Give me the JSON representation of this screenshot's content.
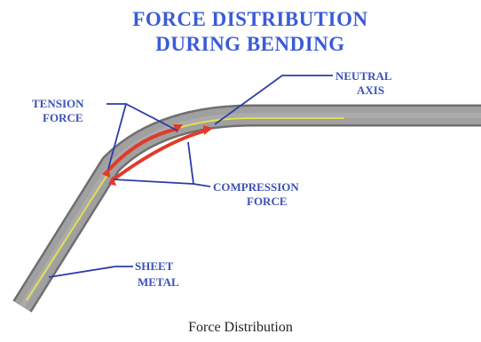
{
  "diagram": {
    "title_line1": "FORCE DISTRIBUTION",
    "title_line2": "DURING BENDING",
    "labels": {
      "tension_line1": "TENSION",
      "tension_line2": "FORCE",
      "neutral_line1": "NEUTRAL",
      "neutral_line2": "AXIS",
      "compression_line1": "COMPRESSION",
      "compression_line2": "FORCE",
      "sheet_line1": "SHEET",
      "sheet_line2": "METAL"
    },
    "colors": {
      "title": "#3a5bd8",
      "label": "#3b52b8",
      "sheet_metal": "#9a9a9a",
      "neutral_axis": "#e8e24a",
      "tension": "#e03b2a",
      "compression": "#e03b2a",
      "leader_lines": "#2d3da8"
    }
  },
  "caption": "Force Distribution"
}
